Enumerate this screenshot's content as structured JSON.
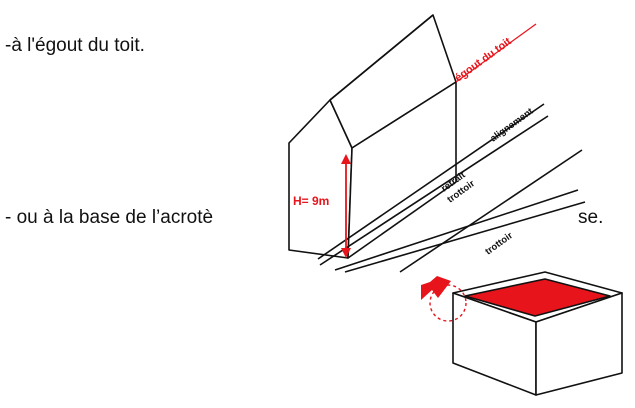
{
  "text": {
    "line1": "-à l'égout du toit.",
    "line2_start": "- ou à la base de l’acrotè",
    "line2_end": "se."
  },
  "diagram": {
    "label_egout": "égout du toit",
    "label_height": "H= 9m",
    "label_alignement": "alignement",
    "label_retrait": "retrait",
    "label_trottoir_1": "trottoir",
    "label_trottoir_2": "trottoir"
  },
  "colors": {
    "accent_red": "#e8141b",
    "line": "#111111"
  }
}
